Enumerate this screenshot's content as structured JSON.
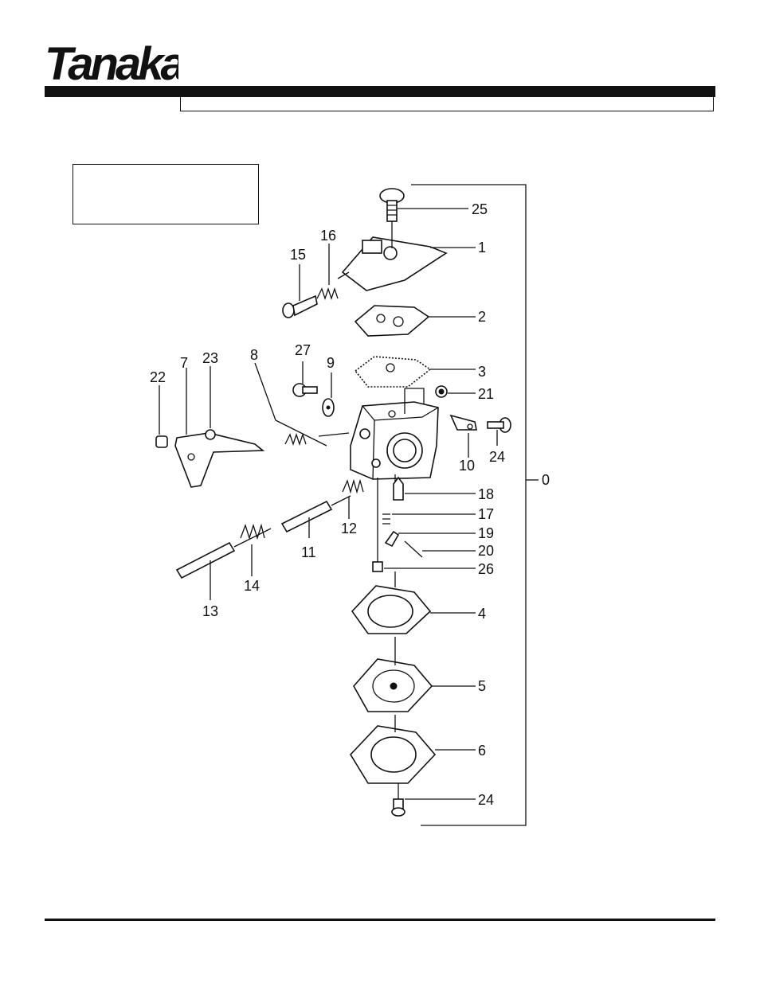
{
  "brand": {
    "logo_text": "Tanaka",
    "registered_mark": "®"
  },
  "diagram": {
    "assembly_label": "0",
    "parts": [
      {
        "id": "25",
        "label": "25"
      },
      {
        "id": "1",
        "label": "1"
      },
      {
        "id": "16",
        "label": "16"
      },
      {
        "id": "15",
        "label": "15"
      },
      {
        "id": "2",
        "label": "2"
      },
      {
        "id": "27",
        "label": "27"
      },
      {
        "id": "9",
        "label": "9"
      },
      {
        "id": "3",
        "label": "3"
      },
      {
        "id": "21",
        "label": "21"
      },
      {
        "id": "22",
        "label": "22"
      },
      {
        "id": "7",
        "label": "7"
      },
      {
        "id": "23",
        "label": "23"
      },
      {
        "id": "8",
        "label": "8"
      },
      {
        "id": "10",
        "label": "10"
      },
      {
        "id": "24a",
        "label": "24"
      },
      {
        "id": "18",
        "label": "18"
      },
      {
        "id": "17",
        "label": "17"
      },
      {
        "id": "12",
        "label": "12"
      },
      {
        "id": "19",
        "label": "19"
      },
      {
        "id": "11",
        "label": "11"
      },
      {
        "id": "20",
        "label": "20"
      },
      {
        "id": "14",
        "label": "14"
      },
      {
        "id": "26",
        "label": "26"
      },
      {
        "id": "13",
        "label": "13"
      },
      {
        "id": "4",
        "label": "4"
      },
      {
        "id": "5",
        "label": "5"
      },
      {
        "id": "6",
        "label": "6"
      },
      {
        "id": "24b",
        "label": "24"
      }
    ]
  }
}
